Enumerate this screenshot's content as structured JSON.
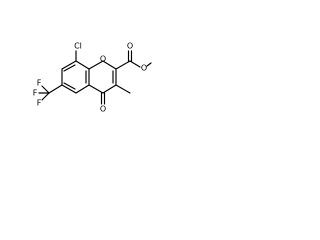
{
  "molecule": {
    "atoms": {
      "chlorine": "Cl",
      "ring_oxygen": "O",
      "ester_carbonyl_oxygen": "O",
      "ester_alkoxy_oxygen": "O",
      "ketone_oxygen": "O",
      "cf3_fluorine_left": "F",
      "cf3_fluorine_top": "F",
      "cf3_fluorine_bottom": "F"
    }
  }
}
